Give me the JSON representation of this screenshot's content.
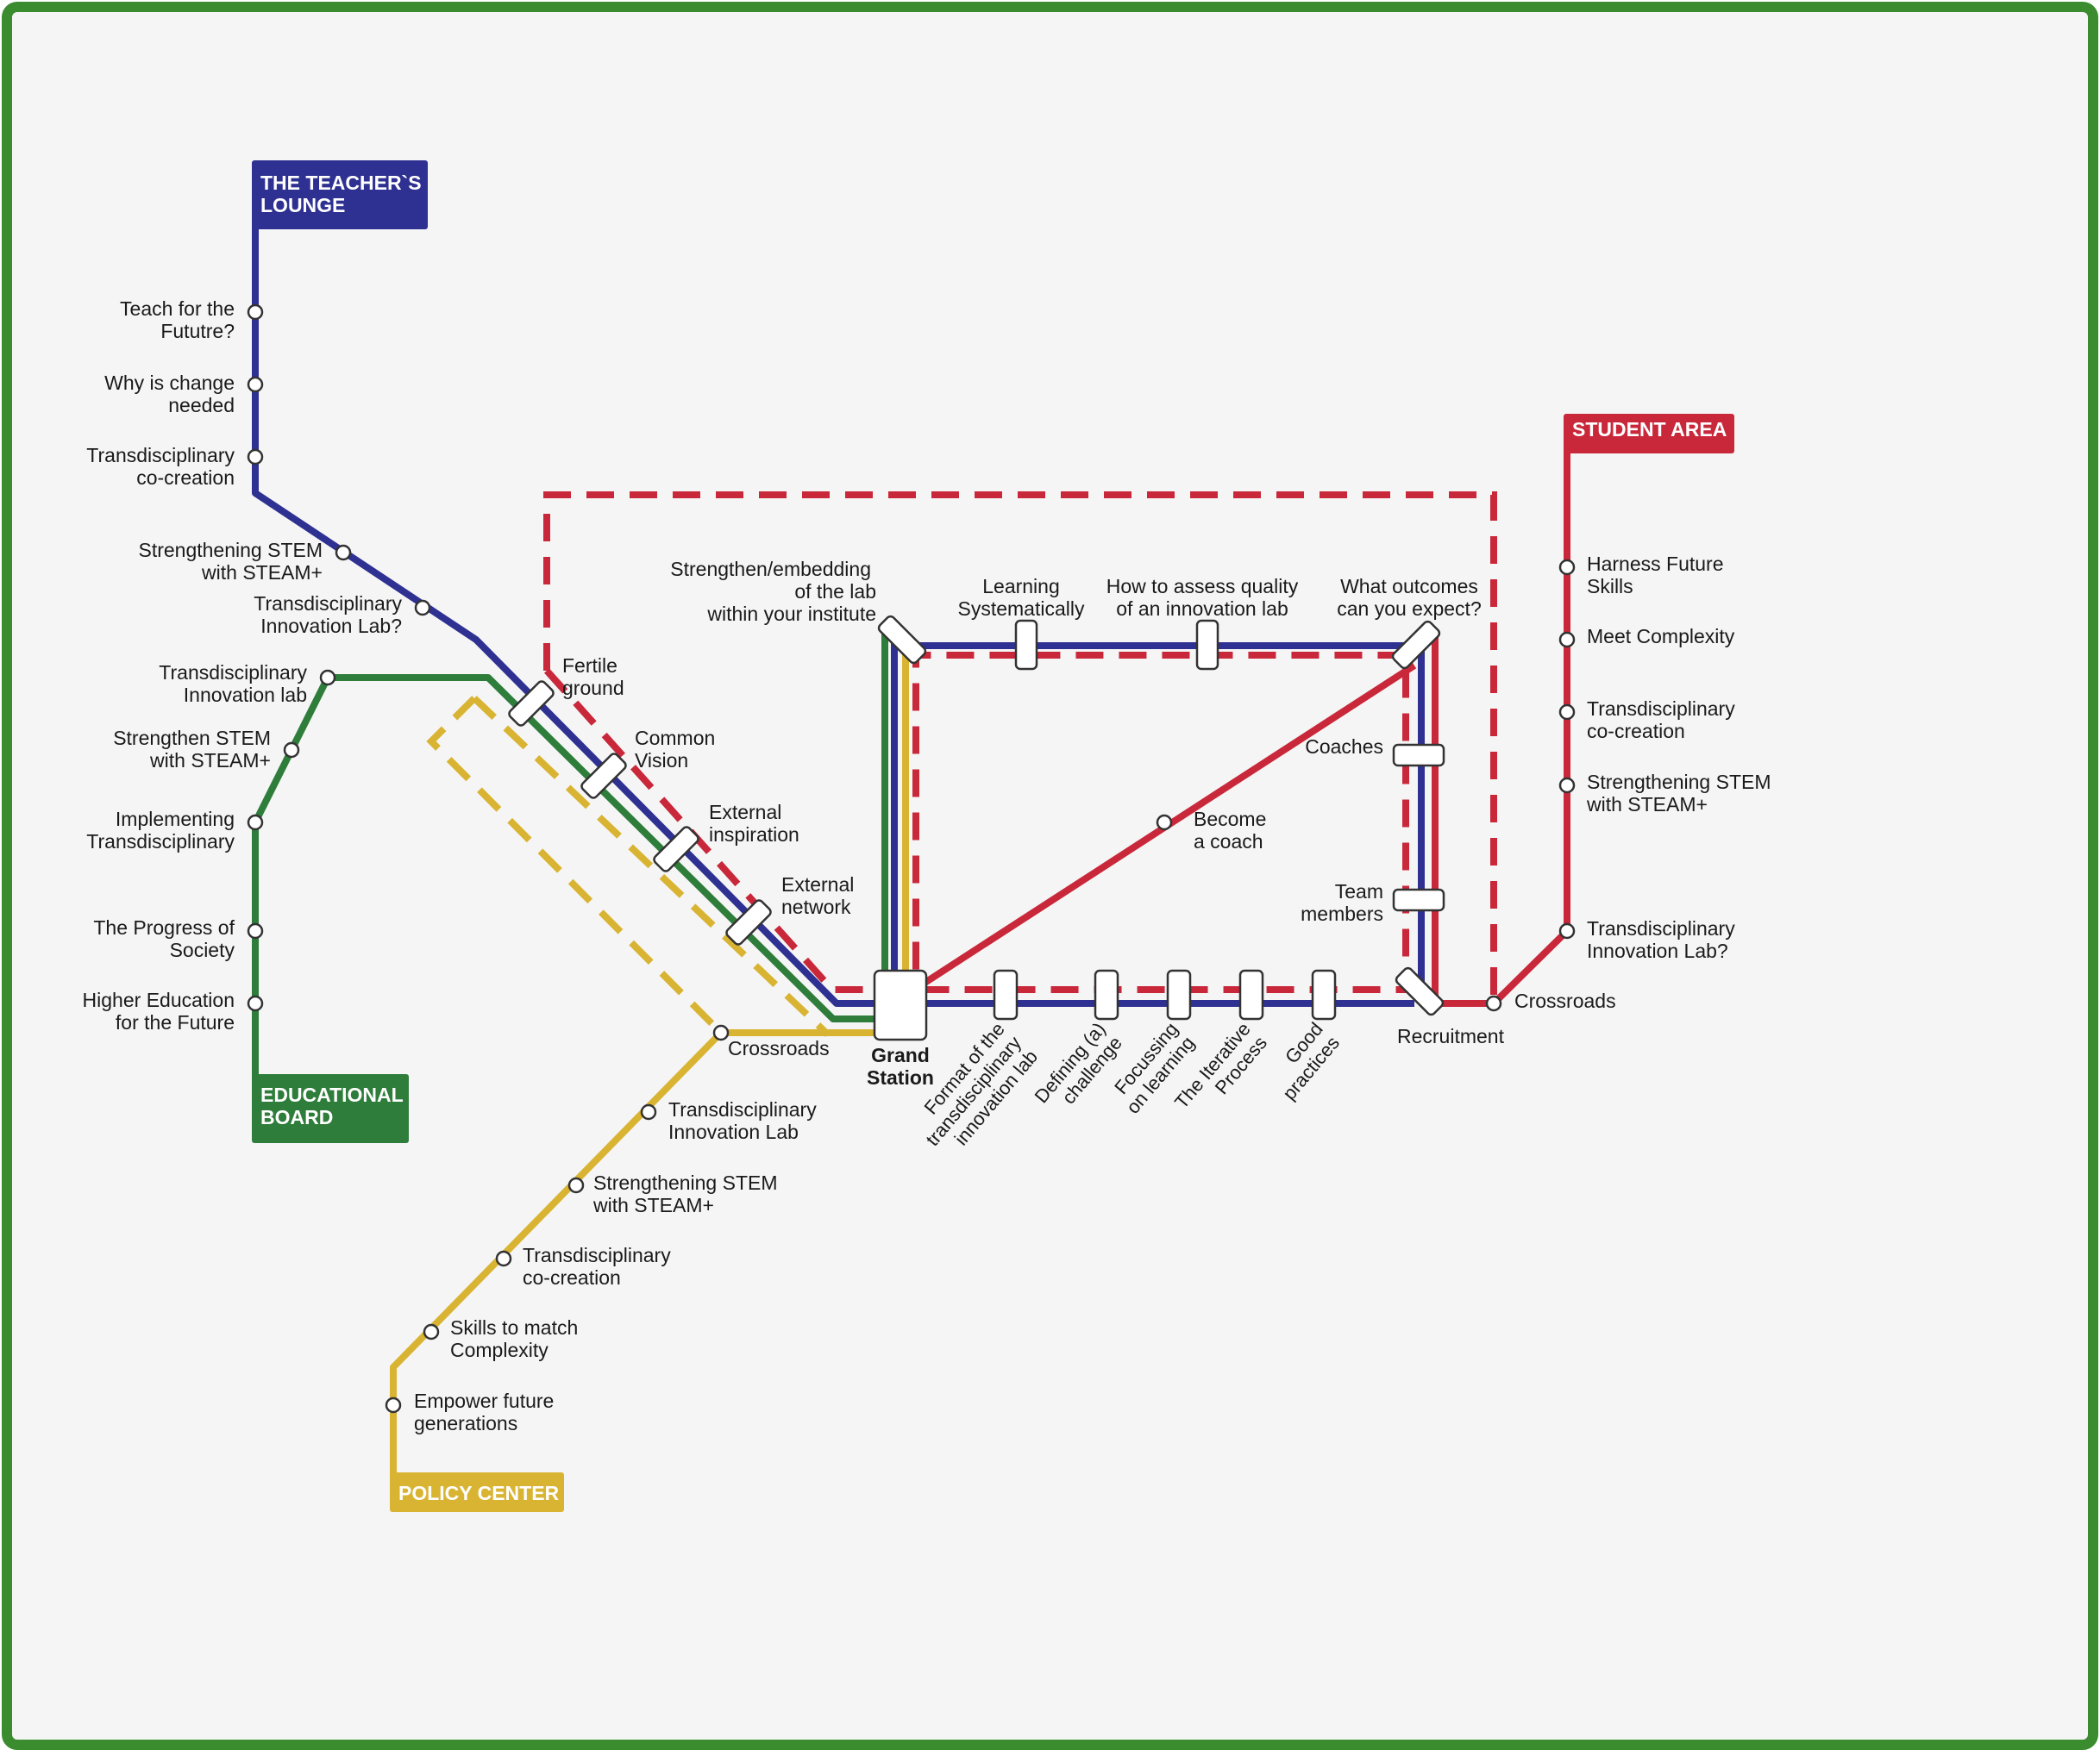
{
  "colors": {
    "frame": "#3a8c2f",
    "background": "#f5f5f5",
    "teachers_lounge": "#2e3191",
    "educational_board": "#2e7d3a",
    "policy_center": "#d9b433",
    "student_area": "#c9283a",
    "station_fill": "#ffffff",
    "text": "#1a1a1a"
  },
  "lines": {
    "teachers_lounge": {
      "title_line1": "THE TEACHER`S",
      "title_line2": "LOUNGE"
    },
    "educational_board": {
      "title_line1": "EDUCATIONAL",
      "title_line2": "BOARD"
    },
    "policy_center": {
      "title_line1": "POLICY CENTER"
    },
    "student_area": {
      "title_line1": "STUDENT AREA"
    }
  },
  "teachers_stations": [
    {
      "l1": "Teach for the",
      "l2": "Fututre?"
    },
    {
      "l1": "Why is change",
      "l2": "needed"
    },
    {
      "l1": "Transdisciplinary",
      "l2": "co-creation"
    },
    {
      "l1": "Strengthening STEM",
      "l2": "with STEAM+"
    },
    {
      "l1": "Transdisciplinary",
      "l2": "Innovation Lab?"
    }
  ],
  "board_stations": [
    {
      "l1": "Transdisciplinary",
      "l2": "Innovation lab"
    },
    {
      "l1": "Strengthen STEM",
      "l2": "with STEAM+"
    },
    {
      "l1": "Implementing",
      "l2": "Transdisciplinary"
    },
    {
      "l1": "The Progress of",
      "l2": "Society"
    },
    {
      "l1": "Higher Education",
      "l2": "for the Future"
    }
  ],
  "policy_stations": [
    {
      "l1": "Crossroads",
      "l2": ""
    },
    {
      "l1": "Transdisciplinary",
      "l2": "Innovation Lab"
    },
    {
      "l1": "Strengthening STEM",
      "l2": "with STEAM+"
    },
    {
      "l1": "Transdisciplinary",
      "l2": "co-creation"
    },
    {
      "l1": "Skills to match",
      "l2": "Complexity"
    },
    {
      "l1": "Empower future",
      "l2": "generations"
    }
  ],
  "student_stations": [
    {
      "l1": "Harness Future",
      "l2": "Skills"
    },
    {
      "l1": "Meet Complexity",
      "l2": ""
    },
    {
      "l1": "Transdisciplinary",
      "l2": "co-creation"
    },
    {
      "l1": "Strengthening STEM",
      "l2": "with STEAM+"
    },
    {
      "l1": "Transdisciplinary",
      "l2": "Innovation Lab?"
    },
    {
      "l1": "Crossroads",
      "l2": ""
    }
  ],
  "trunk_stations": [
    {
      "l1": "Fertile",
      "l2": "ground"
    },
    {
      "l1": "Common",
      "l2": "Vision"
    },
    {
      "l1": "External",
      "l2": "inspiration"
    },
    {
      "l1": "External",
      "l2": "network"
    }
  ],
  "grand_station": {
    "l1": "Grand",
    "l2": "Station"
  },
  "loop_stations": {
    "embedding": {
      "l1": "Strengthen/embedding",
      "l2": "of the lab",
      "l3": "within your institute"
    },
    "learning": {
      "l1": "Learning",
      "l2": "Systematically"
    },
    "assess": {
      "l1": "How to assess quality",
      "l2": "of an innovation lab"
    },
    "outcomes": {
      "l1": "What outcomes",
      "l2": "can you expect?"
    },
    "coaches": {
      "l1": "Coaches"
    },
    "team": {
      "l1": "Team",
      "l2": "members"
    },
    "recruitment": {
      "l1": "Recruitment"
    },
    "become_coach": {
      "l1": "Become",
      "l2": "a coach"
    }
  },
  "bottom_stations": [
    {
      "l1": "Format of the",
      "l2": "transdisciplinary",
      "l3": "innovation lab"
    },
    {
      "l1": "Defining (a)",
      "l2": "challenge",
      "l3": ""
    },
    {
      "l1": "Focussing",
      "l2": "on learning",
      "l3": ""
    },
    {
      "l1": "The Iterative",
      "l2": "Process",
      "l3": ""
    },
    {
      "l1": "Good",
      "l2": "practices",
      "l3": ""
    }
  ]
}
